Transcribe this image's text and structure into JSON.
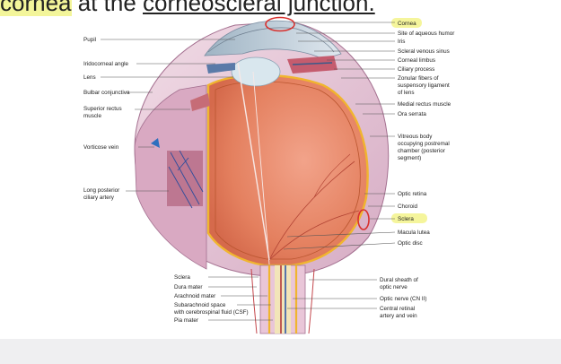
{
  "heading": {
    "part1": "cornea",
    "part2": " at the ",
    "part3": "corneoscleral junction."
  },
  "labels_left": [
    {
      "id": "pupil",
      "text": "Pupil"
    },
    {
      "id": "iridocorneal",
      "text": "Iridocorneal angle"
    },
    {
      "id": "lens",
      "text": "Lens"
    },
    {
      "id": "bulbar",
      "text": "Bulbar conjunctiva"
    },
    {
      "id": "superior1",
      "text": "Superior rectus"
    },
    {
      "id": "superior2",
      "text": "muscle"
    },
    {
      "id": "vorticose",
      "text": "Vorticose vein"
    },
    {
      "id": "longpost1",
      "text": "Long posterior"
    },
    {
      "id": "longpost2",
      "text": "ciliary artery"
    }
  ],
  "labels_right": [
    {
      "id": "cornea",
      "text": "Cornea"
    },
    {
      "id": "aqueous",
      "text": "Site of aqueous humor"
    },
    {
      "id": "iris",
      "text": "Iris"
    },
    {
      "id": "scleral",
      "text": "Scleral venous sinus"
    },
    {
      "id": "limbus",
      "text": "Corneal limbus"
    },
    {
      "id": "ciliary",
      "text": "Ciliary process"
    },
    {
      "id": "zonular1",
      "text": "Zonular fibers of"
    },
    {
      "id": "zonular2",
      "text": "suspensory ligament"
    },
    {
      "id": "zonular3",
      "text": "of lens"
    },
    {
      "id": "medial",
      "text": "Medial rectus muscle"
    },
    {
      "id": "ora",
      "text": "Ora serrata"
    },
    {
      "id": "vitreous1",
      "text": "Vitreous body"
    },
    {
      "id": "vitreous2",
      "text": "occupying postremal"
    },
    {
      "id": "vitreous3",
      "text": "chamber (posterior"
    },
    {
      "id": "vitreous4",
      "text": "segment)"
    },
    {
      "id": "retina",
      "text": "Optic retina"
    },
    {
      "id": "choroid",
      "text": "Choroid"
    },
    {
      "id": "sclera_r",
      "text": "Sclera"
    },
    {
      "id": "macula",
      "text": "Macula lutea"
    },
    {
      "id": "disc",
      "text": "Optic disc"
    }
  ],
  "labels_bottom_left": [
    {
      "id": "sclera_b",
      "text": "Sclera"
    },
    {
      "id": "dura",
      "text": "Dura mater"
    },
    {
      "id": "arachnoid",
      "text": "Arachnoid mater"
    },
    {
      "id": "subarach1",
      "text": "Subarachnoid space"
    },
    {
      "id": "subarach2",
      "text": "with cerebrospinal fluid (CSF)"
    },
    {
      "id": "pia",
      "text": "Pia mater"
    }
  ],
  "labels_bottom_right": [
    {
      "id": "duralsheath1",
      "text": "Dural sheath of"
    },
    {
      "id": "duralsheath2",
      "text": "optic nerve"
    },
    {
      "id": "opticnerve",
      "text": "Optic nerve (CN II)"
    },
    {
      "id": "central1",
      "text": "Central retinal"
    },
    {
      "id": "central2",
      "text": "artery and vein"
    }
  ],
  "colors": {
    "highlight": "#f5f59c",
    "circle": "#d8312e",
    "sclera": "#e9c6d8",
    "vitreous": "#e27b5d",
    "retina": "#f0b52f"
  }
}
